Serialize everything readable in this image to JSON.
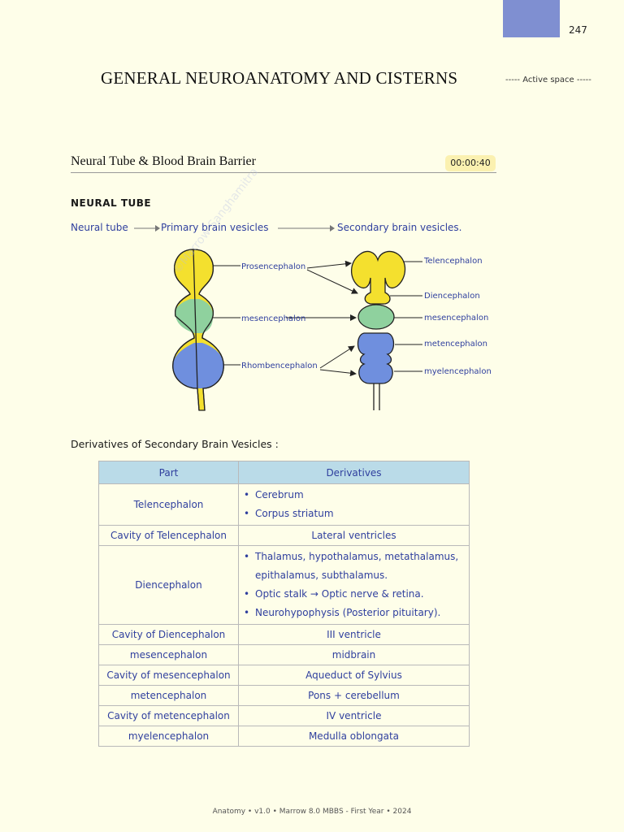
{
  "page_number": "247",
  "title": "GENERAL NEUROANATOMY AND CISTERNS",
  "active_space": "----- Active space -----",
  "section_title": "Neural Tube & Blood Brain Barrier",
  "timer": "00:00:40",
  "neural_tube_heading": "NEURAL TUBE",
  "flow": {
    "step1": "Neural tube",
    "step2": "Primary brain vesicles",
    "step3": "Secondary brain vesicles."
  },
  "diagram_labels": {
    "prosencephalon": "Prosencephalon",
    "mesencephalon_primary": "mesencephalon",
    "rhombencephalon": "Rhombencephalon",
    "telencephalon": "Telencephalon",
    "diencephalon": "Diencephalon",
    "mesencephalon_secondary": "mesencephalon",
    "metencephalon": "metencephalon",
    "myelencephalon": "myelencephalon"
  },
  "derivatives_heading": "Derivatives of Secondary Brain Vesicles :",
  "table": {
    "headers": {
      "part": "Part",
      "derivatives": "Derivatives"
    },
    "rows": [
      {
        "part": "Telencephalon",
        "items": [
          "Cerebrum",
          "Corpus striatum"
        ]
      },
      {
        "part": "Cavity of Telencephalon",
        "value": "Lateral ventricles"
      },
      {
        "part": "Diencephalon",
        "items": [
          "Thalamus, hypothalamus, metathalamus, epithalamus, subthalamus.",
          "Optic stalk → Optic nerve & retina.",
          "Neurohypophysis (Posterior pituitary)."
        ]
      },
      {
        "part": "Cavity of Diencephalon",
        "value": "III ventricle"
      },
      {
        "part": "mesencephalon",
        "value": "midbrain"
      },
      {
        "part": "Cavity of mesencephalon",
        "value": "Aqueduct of Sylvius"
      },
      {
        "part": "metencephalon",
        "value": "Pons + cerebellum"
      },
      {
        "part": "Cavity of metencephalon",
        "value": "IV ventricle"
      },
      {
        "part": "myelencephalon",
        "value": "Medulla oblongata"
      }
    ]
  },
  "watermark": "©Marrow Sanghamitra",
  "footer": "Anatomy • v1.0 • Marrow 8.0 MBBS - First Year • 2024",
  "colors": {
    "page_bg": "#fefee9",
    "tab": "#7f8fd1",
    "handwriting": "#2f3f9e",
    "prosencephalon": "#f4e02e",
    "mesencephalon": "#8fd19e",
    "rhombencephalon": "#6f8fde",
    "table_header": "#badbe8",
    "timer_bg": "#fbf1b0"
  }
}
